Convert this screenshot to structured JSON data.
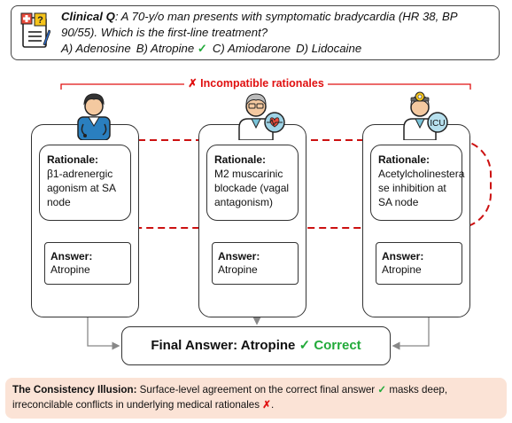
{
  "question": {
    "label": "Clinical Q",
    "text": ": A 70-y/o man presents with symptomatic bradycardia (HR 38, BP 90/55). Which is the first-line treatment?",
    "options": [
      "A) Adenosine",
      "B) Atropine",
      "C) Amiodarone",
      "D) Lidocaine"
    ],
    "check": "✓"
  },
  "incompatible_label": "✗ Incompatible rationales",
  "agents": [
    {
      "rationale_label": "Rationale:",
      "rationale": "β1-adrenergic agonism at SA node",
      "answer_label": "Answer:",
      "answer": "Atropine"
    },
    {
      "rationale_label": "Rationale:",
      "rationale": "M2 muscarinic blockade (vagal antagonism)",
      "answer_label": "Answer:",
      "answer": "Atropine"
    },
    {
      "rationale_label": "Rationale:",
      "rationale": "Acetylcholinestera se inhibition at SA node",
      "answer_label": "Answer:",
      "answer": "Atropine"
    }
  ],
  "avatar_badge": "ICU",
  "final": {
    "label": "Final Answer: Atropine",
    "status": "✓ Correct"
  },
  "illusion": {
    "title": "The Consistency Illusion:",
    "text1": " Surface-level agreement on the correct final answer ",
    "check": "✓",
    "text2": " masks deep, irreconcilable conflicts in underlying medical rationales ",
    "cross": "✗",
    "end": "."
  },
  "colors": {
    "accent_red": "#e01010",
    "accent_green": "#22aa3a",
    "note_bg": "#fbe3d6"
  }
}
